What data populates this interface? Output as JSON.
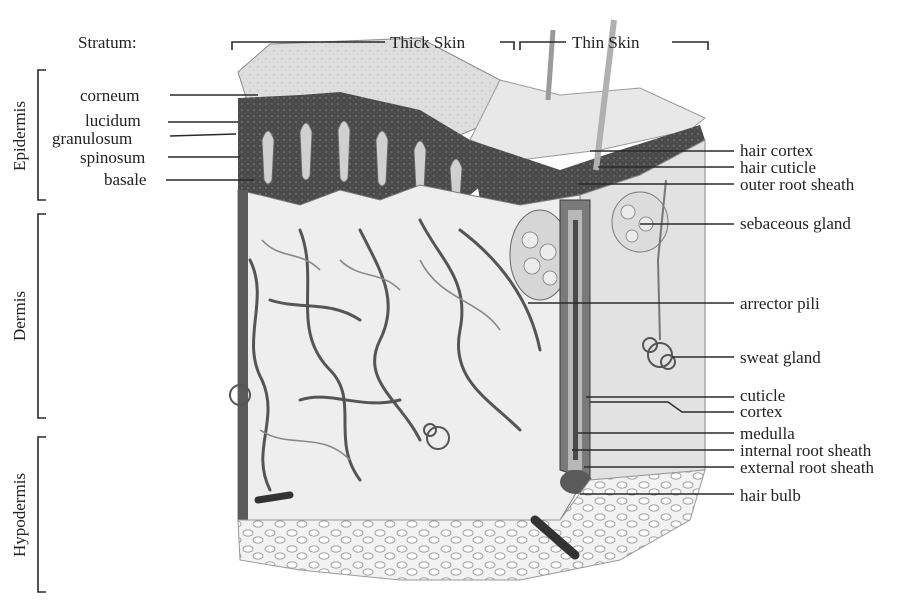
{
  "header": {
    "stratum": "Stratum:",
    "thick_skin": "Thick Skin",
    "thin_skin": "Thin Skin"
  },
  "layers": {
    "epidermis": "Epidermis",
    "dermis": "Dermis",
    "hypodermis": "Hypodermis"
  },
  "strata": {
    "corneum": "corneum",
    "lucidum": "lucidum",
    "granulosum": "granulosum",
    "spinosum": "spinosum",
    "basale": "basale"
  },
  "structures": {
    "hair_cortex": "hair cortex",
    "hair_cuticle": "hair cuticle",
    "outer_root_sheath": "outer root sheath",
    "sebaceous_gland": "sebaceous gland",
    "arrector_pili": "arrector pili",
    "sweat_gland": "sweat gland",
    "cuticle": "cuticle",
    "cortex": "cortex",
    "medulla": "medulla",
    "internal_root_sheath": "internal root sheath",
    "external_root_sheath": "external root sheath",
    "hair_bulb": "hair bulb"
  }
}
